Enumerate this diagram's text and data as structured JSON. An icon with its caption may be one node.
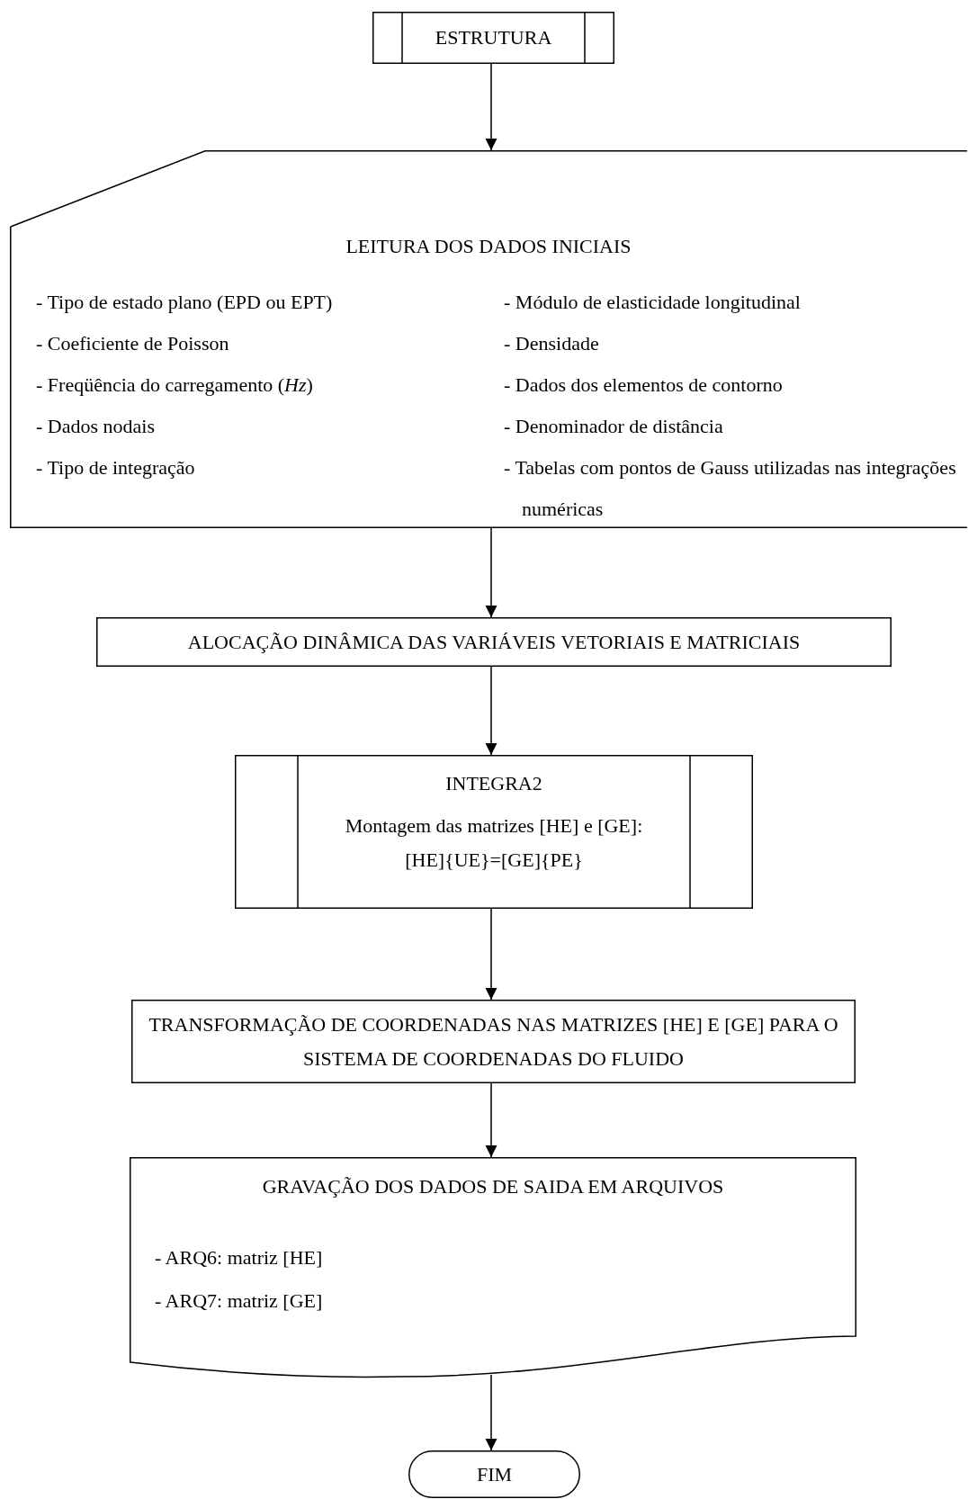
{
  "diagram": {
    "nodes": [
      {
        "text": [
          "ESTRUTURA"
        ]
      },
      {
        "text": [
          "LEITURA DOS DADOS INICIAIS",
          "- Tipo de estado plano (EPD ou EPT)",
          "- Coeficiente de Poisson",
          "- Freqüência do carregamento (*Hz*)",
          "- Dados nodais",
          "- Tipo de integração",
          "- Módulo de elasticidade longitudinal",
          "- Densidade",
          "- Dados dos elementos de contorno",
          "- Denominador de distância",
          "- Tabelas com pontos de Gauss utilizadas nas integrações numéricas"
        ]
      },
      {
        "text": [
          "ALOCAÇÃO DINÂMICA DAS VARIÁVEIS VETORIAIS E MATRICIAIS"
        ]
      },
      {
        "text": [
          "INTEGRA2",
          "Montagem das matrizes [HE] e [GE]:",
          "[HE]{UE}=[GE]{PE}"
        ]
      },
      {
        "text": [
          "TRANSFORMAÇÃO DE COORDENADAS NAS MATRIZES [HE] E [GE] PARA O SISTEMA DE COORDENADAS DO FLUIDO"
        ]
      },
      {
        "text": [
          "GRAVAÇÃO DOS DADOS DE SAIDA EM ARQUIVOS",
          "- ARQ6: matriz [HE]",
          "- ARQ7: matriz [GE]"
        ]
      },
      {
        "text": [
          "FIM"
        ]
      }
    ],
    "edges": [
      {
        "from": 0,
        "to": 1,
        "arrow": "to"
      },
      {
        "from": 1,
        "to": 2,
        "arrow": "to"
      },
      {
        "from": 2,
        "to": 3,
        "arrow": "to"
      },
      {
        "from": 3,
        "to": 4,
        "arrow": "to"
      },
      {
        "from": 4,
        "to": 5,
        "arrow": "to"
      },
      {
        "from": 5,
        "to": 6,
        "arrow": "to"
      }
    ]
  }
}
